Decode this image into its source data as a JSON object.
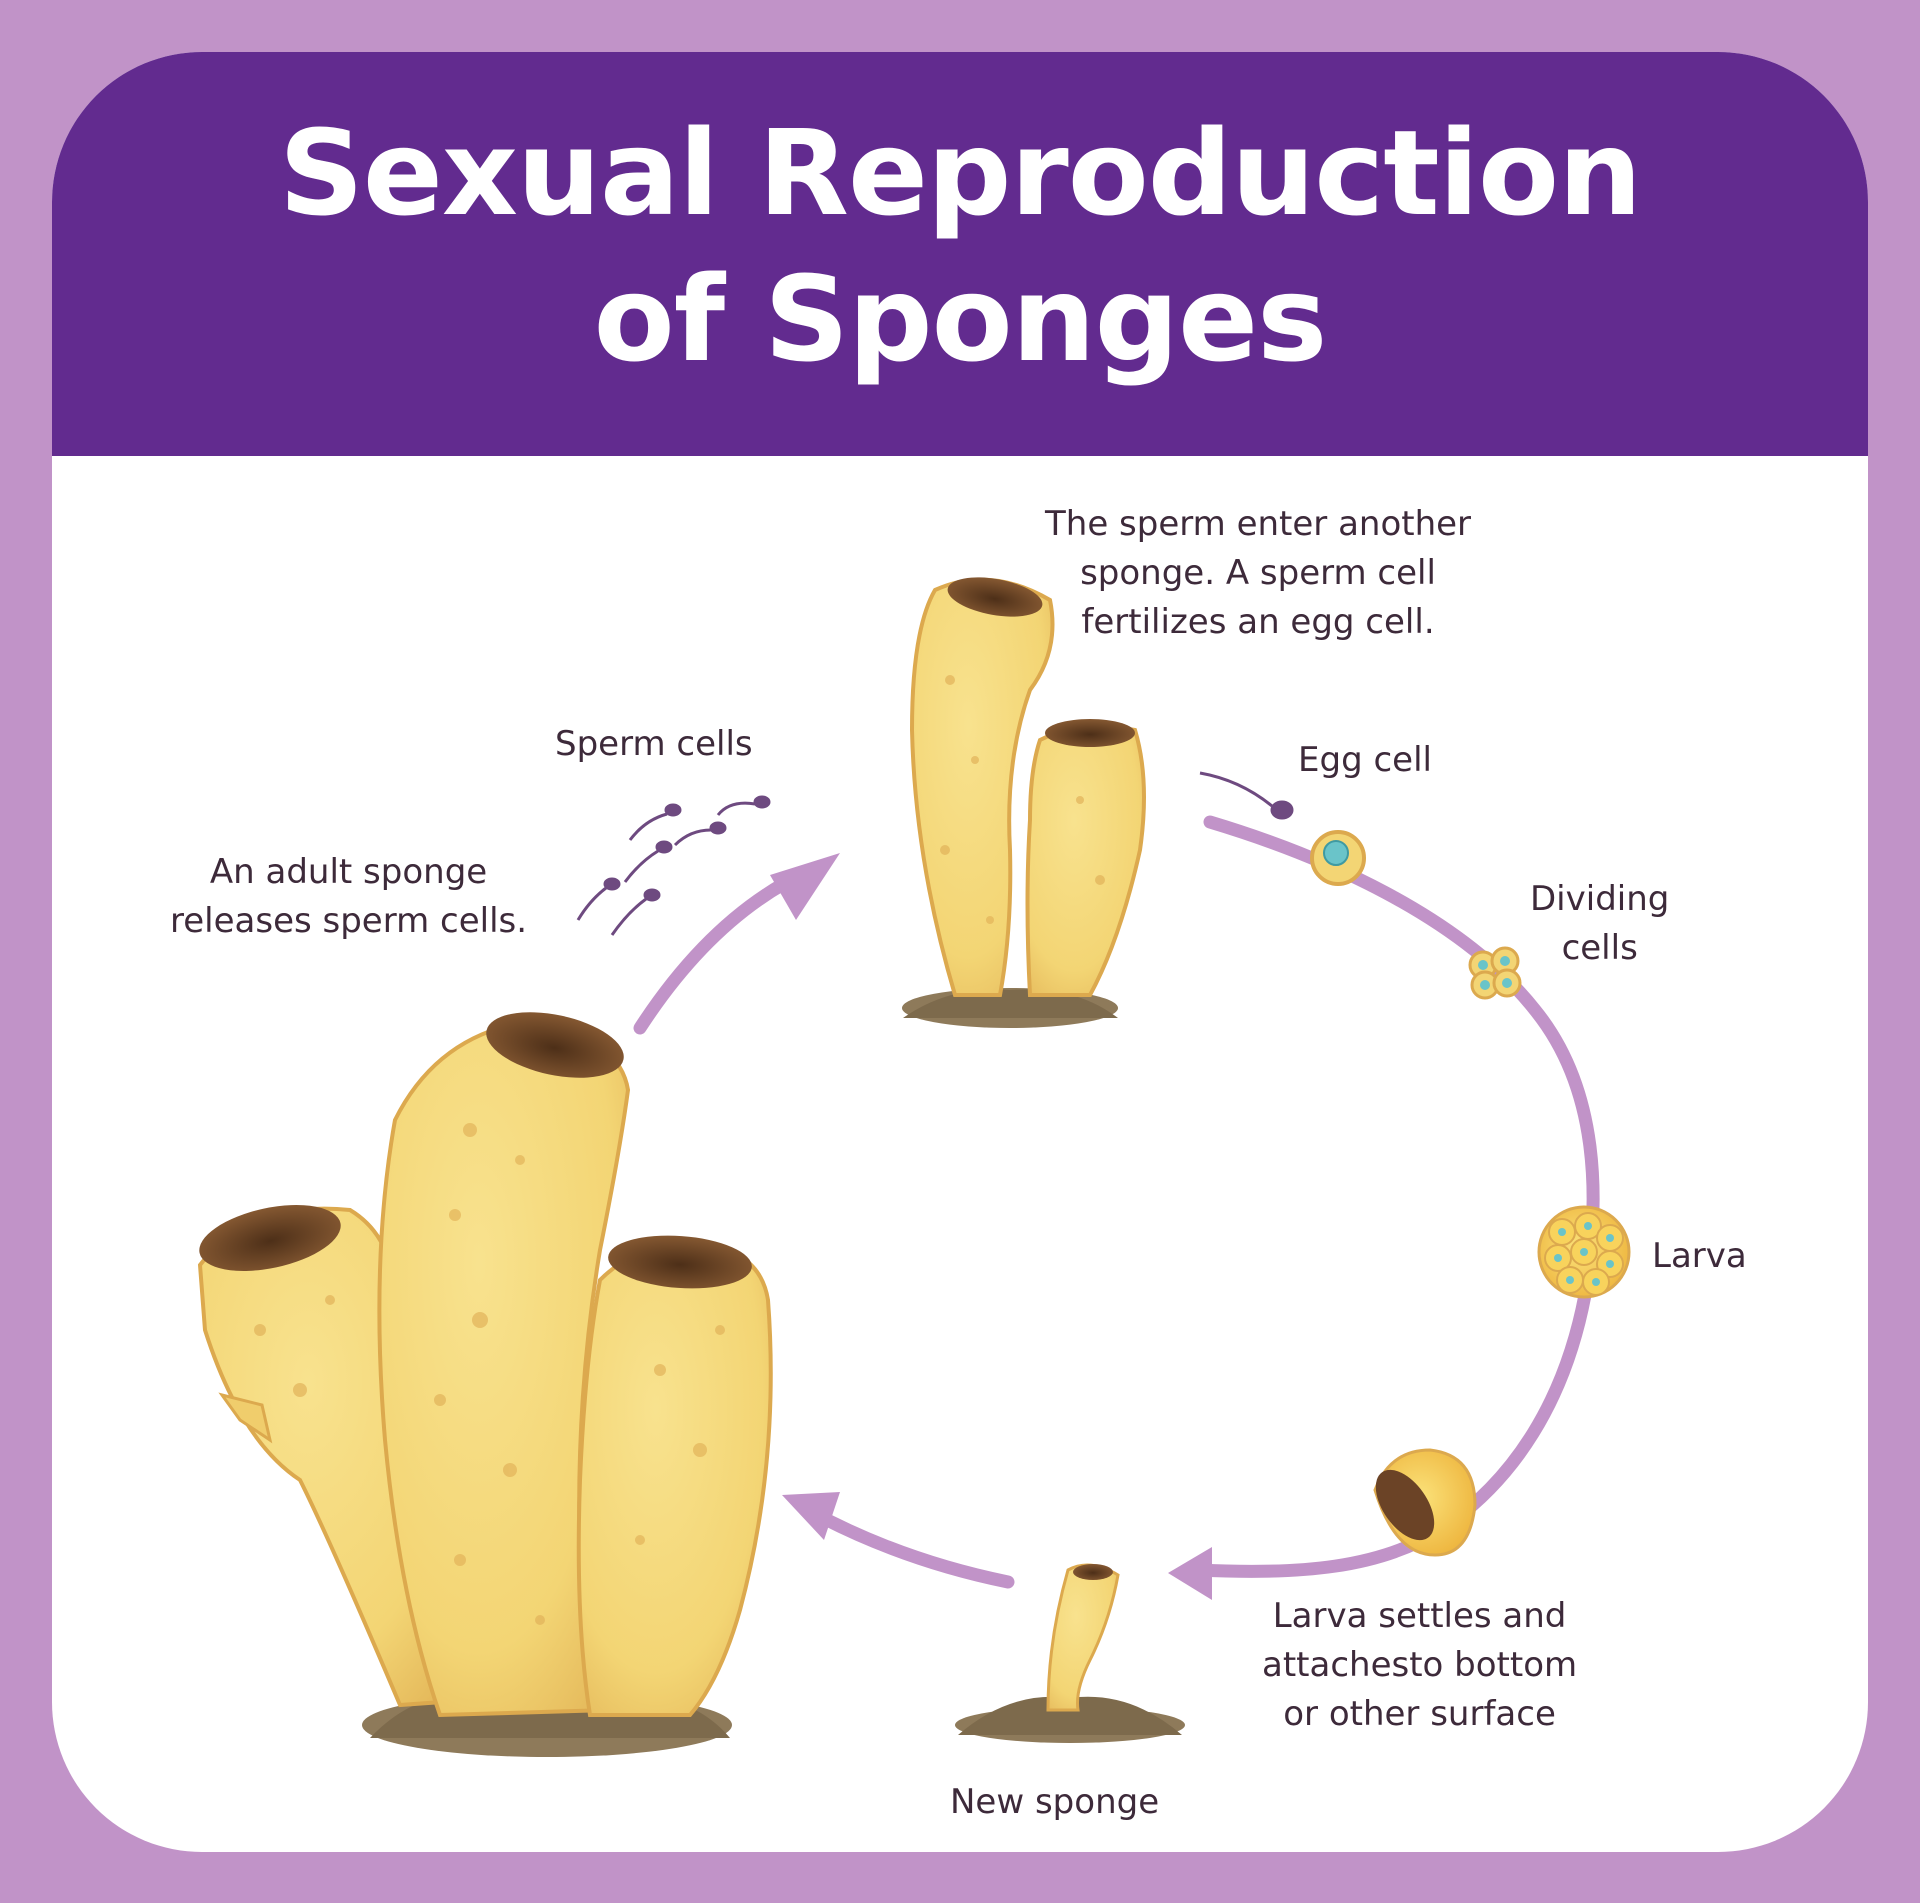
{
  "title": {
    "line1": "Sexual Reproduction",
    "line2": "of Sponges"
  },
  "labels": {
    "fertilize": [
      "The sperm enter another",
      "sponge. A sperm cell",
      "fertilizes an egg cell."
    ],
    "sperm_cells": "Sperm cells",
    "adult": [
      "An adult sponge",
      "releases sperm cells."
    ],
    "egg_cell": "Egg cell",
    "dividing": [
      "Dividing",
      "cells"
    ],
    "larva": "Larva",
    "settles": [
      "Larva settles and",
      "attachesto bottom",
      "or other surface"
    ],
    "new_sponge": "New sponge"
  },
  "colors": {
    "frame": "#c193c8",
    "header": "#622b8f",
    "cycle_arrow": "#c193c8",
    "sponge_body": "#f3d574",
    "sponge_outline": "#dca94e",
    "sponge_opening": "#7a4f2e",
    "soil": "#8e7a5a",
    "sperm": "#6e4a80",
    "egg_nucleus": "#6ac4c9"
  },
  "icons": [
    "sponge-cluster-icon",
    "sperm-icon",
    "egg-cell-icon",
    "dividing-cells-icon",
    "larva-icon",
    "settled-larva-icon",
    "new-sponge-icon"
  ]
}
